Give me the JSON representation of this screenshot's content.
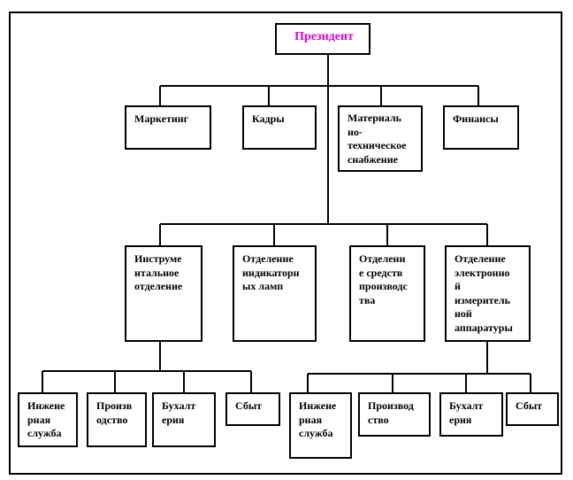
{
  "diagram": {
    "accent_color": "#e000e0",
    "president": {
      "label": "Президент"
    },
    "departments": [
      {
        "id": "marketing",
        "label": "Маркетинг"
      },
      {
        "id": "hr",
        "label": "Кадры"
      },
      {
        "id": "supply",
        "label": "Материаль\nно-\nтехническое\nснабжение"
      },
      {
        "id": "finance",
        "label": "Финансы"
      }
    ],
    "divisions": [
      {
        "id": "instrument",
        "label": "Инструме\nнтальное\nотделение"
      },
      {
        "id": "indicator",
        "label": "Отделение\nиндикаторн\nых ламп"
      },
      {
        "id": "production",
        "label": "Отделени\nе средств\nпроизводс\nтва"
      },
      {
        "id": "electronic",
        "label": "Отделение\nэлектронно\nй\nизмеритель\nной\nаппаратуры"
      }
    ],
    "units_left": [
      {
        "id": "eng-left",
        "label": "Инжене\nрная\nслужба"
      },
      {
        "id": "prod-left",
        "label": "Произв\nодство"
      },
      {
        "id": "acc-left",
        "label": "Бухалт\nерия"
      },
      {
        "id": "sales-left",
        "label": "Сбыт"
      }
    ],
    "units_right": [
      {
        "id": "eng-right",
        "label": "Инжене\nрная\nслужба"
      },
      {
        "id": "prod-right",
        "label": "Производ\nство"
      },
      {
        "id": "acc-right",
        "label": "Бухалт\nерия"
      },
      {
        "id": "sales-right",
        "label": "Сбыт"
      }
    ]
  }
}
